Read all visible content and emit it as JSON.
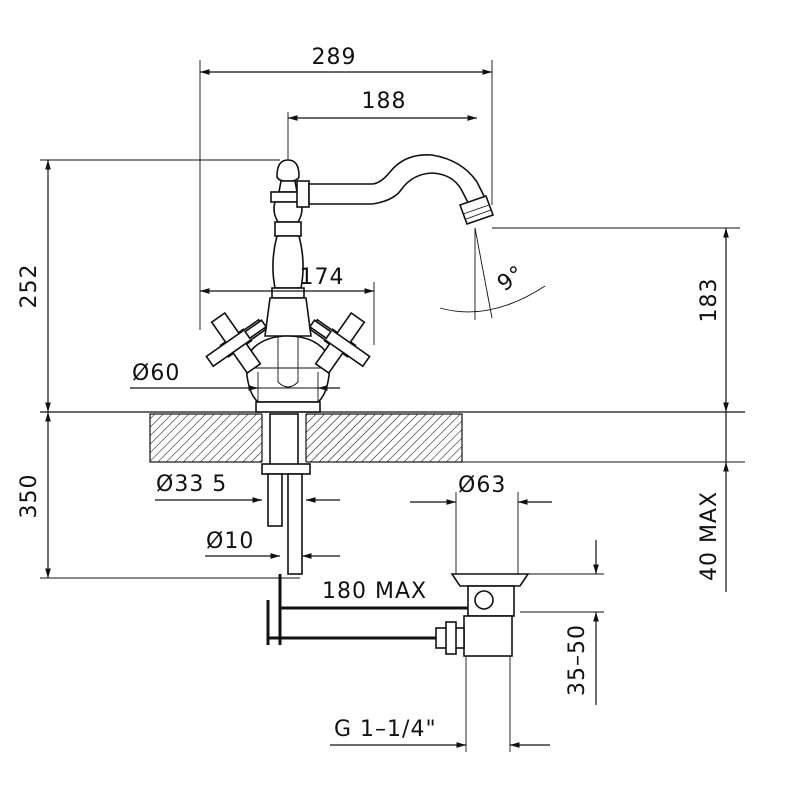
{
  "dimensions": {
    "overall_width": "289",
    "spout_reach": "188",
    "handle_span": "174",
    "total_height": "252",
    "spout_height": "183",
    "spout_angle": "9°",
    "base_diameter": "Ø60",
    "hole_diameter": "Ø33 5",
    "below_counter": "350",
    "counter_thickness": "40 MAX",
    "waste_diameter": "Ø63",
    "rod_diameter": "Ø10",
    "rod_reach": "180 MAX",
    "waste_adjust": "35–50",
    "waste_thread": "G 1–1/4\""
  },
  "colors": {
    "line": "#111111",
    "background": "#ffffff"
  }
}
